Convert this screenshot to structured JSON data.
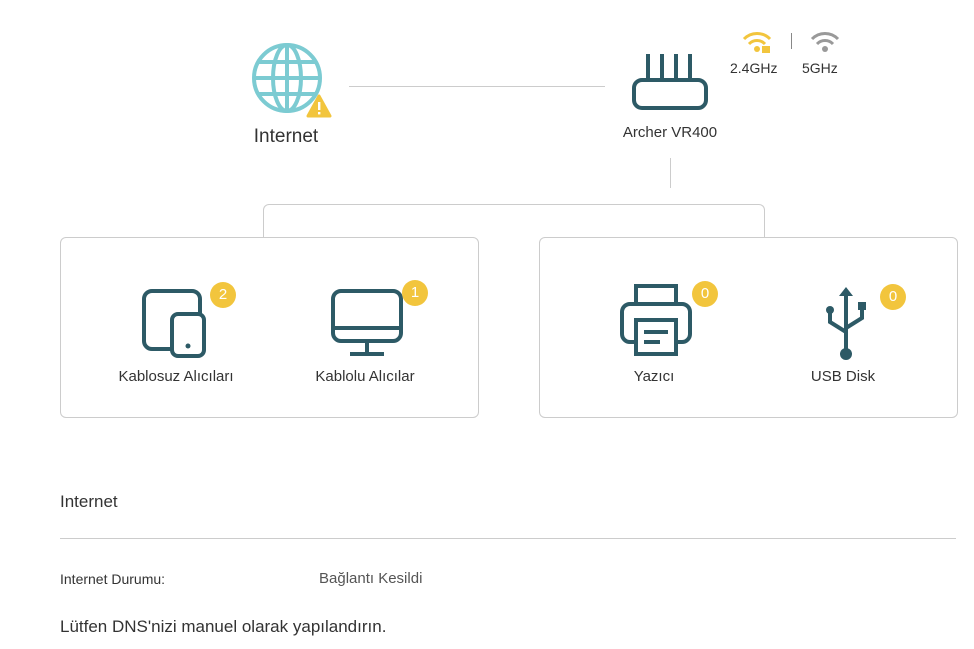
{
  "topology": {
    "internet_label": "Internet",
    "router_label": "Archer VR400",
    "band_24": "2.4GHz",
    "band_5": "5GHz",
    "devices": [
      {
        "label": "Kablosuz Alıcıları",
        "count": "2"
      },
      {
        "label": "Kablolu Alıcılar",
        "count": "1"
      },
      {
        "label": "Yazıcı",
        "count": "0"
      },
      {
        "label": "USB Disk",
        "count": "0"
      }
    ]
  },
  "section": {
    "title": "Internet",
    "status_label": "Internet Durumu:",
    "status_value": "Bağlantı Kesildi",
    "note": "Lütfen DNS'nizi manuel olarak yapılandırın."
  },
  "colors": {
    "accent": "#f2c53d",
    "icon": "#2d5a66",
    "globe": "#7ccbd2"
  }
}
